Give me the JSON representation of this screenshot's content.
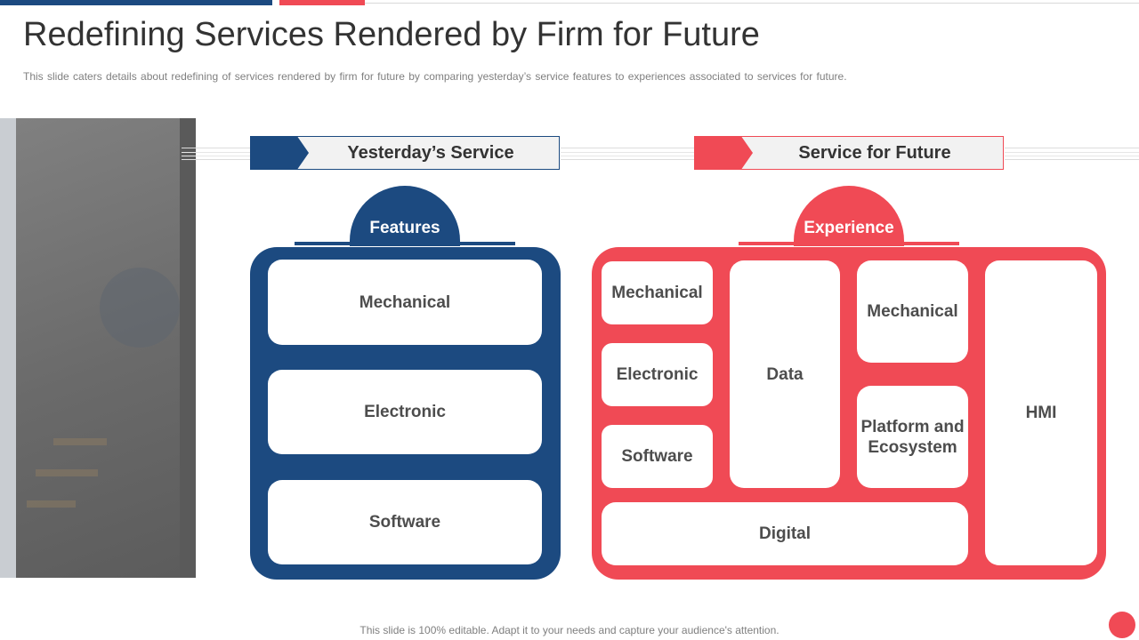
{
  "slide": {
    "title": "Redefining Services Rendered by Firm for Future",
    "subtitle": "This slide caters details about redefining  of services rendered  by firm for future by comparing  yesterday’s service features to experiences associated to services for future.",
    "footer": "This slide is 100% editable. Adapt it to your needs and capture your audience's attention."
  },
  "left": {
    "header": "Yesterday’s Service",
    "dome": "Features",
    "items": [
      "Mechanical",
      "Electronic",
      "Software"
    ]
  },
  "right": {
    "header": "Service for Future",
    "dome": "Experience",
    "items": {
      "mechanical_small": "Mechanical",
      "electronic": "Electronic",
      "software": "Software",
      "data": "Data",
      "mechanical": "Mechanical",
      "platform": "Platform and Ecosystem",
      "digital": "Digital",
      "hmi": "HMI"
    }
  },
  "colors": {
    "navy": "#1c4a80",
    "red": "#f04a55",
    "text": "#333333"
  }
}
